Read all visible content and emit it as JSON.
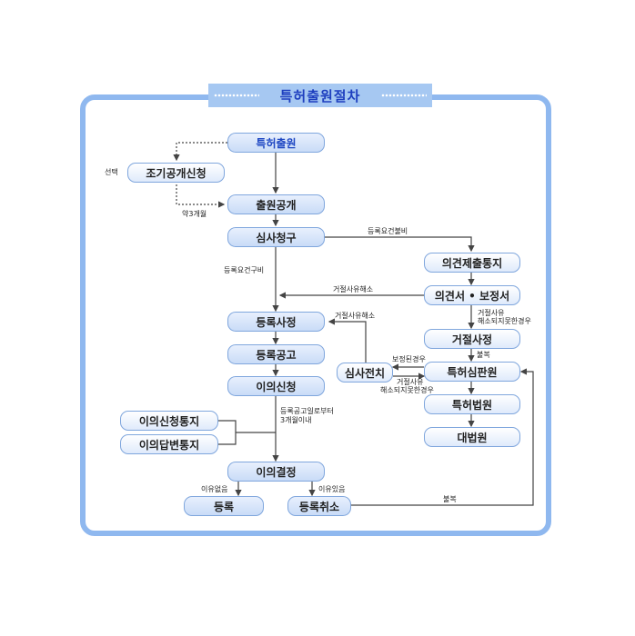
{
  "title": "특허출원절차",
  "nodes": {
    "filing": "특허출원",
    "early_publication": "조기공개신청",
    "publication": "출원공개",
    "exam_request": "심사청구",
    "registration_exam": "등록사정",
    "registration_publication": "등록공고",
    "opposition": "이의신청",
    "opposition_notice": "이의신청통지",
    "opposition_reply_notice": "이의답변통지",
    "opposition_decision": "이의결정",
    "registration": "등록",
    "registration_cancel": "등록취소",
    "opinion_notice": "의견제출통지",
    "opinion_amendment": "의견서 • 보정서",
    "rejection": "거절사정",
    "pre_exam": "심사전치",
    "trial_board": "특허심판원",
    "patent_court": "특허법원",
    "supreme_court": "대법원"
  },
  "labels": {
    "select": "선택",
    "about_3_months": "약3개월",
    "reject_reason_none": "등록요건불비",
    "reg_req_met": "등록요건구비",
    "reject_reason_resolved_1": "거절사유해소",
    "reject_reason_resolved_2": "거절사유해소",
    "reject_reason_unresolved_1": "거절사유",
    "reject_reason_unresolved_2": "해소되지못한경우",
    "appeal_1": "불복",
    "amended_case": "보정된경우",
    "reject_reason_unresolved_3": "거절사유",
    "reject_reason_unresolved_4": "해소되지못한경우",
    "within_3_months_1": "등록공고일로부터",
    "within_3_months_2": "3개월이내",
    "no_reason": "이유없음",
    "has_reason": "이유있음",
    "appeal_2": "불복"
  },
  "colors": {
    "frame": "#8fb8ef",
    "banner": "#a6c8f2",
    "title": "#1e3fbf",
    "node_border": "#7fa6dd",
    "arrow": "#444444"
  }
}
